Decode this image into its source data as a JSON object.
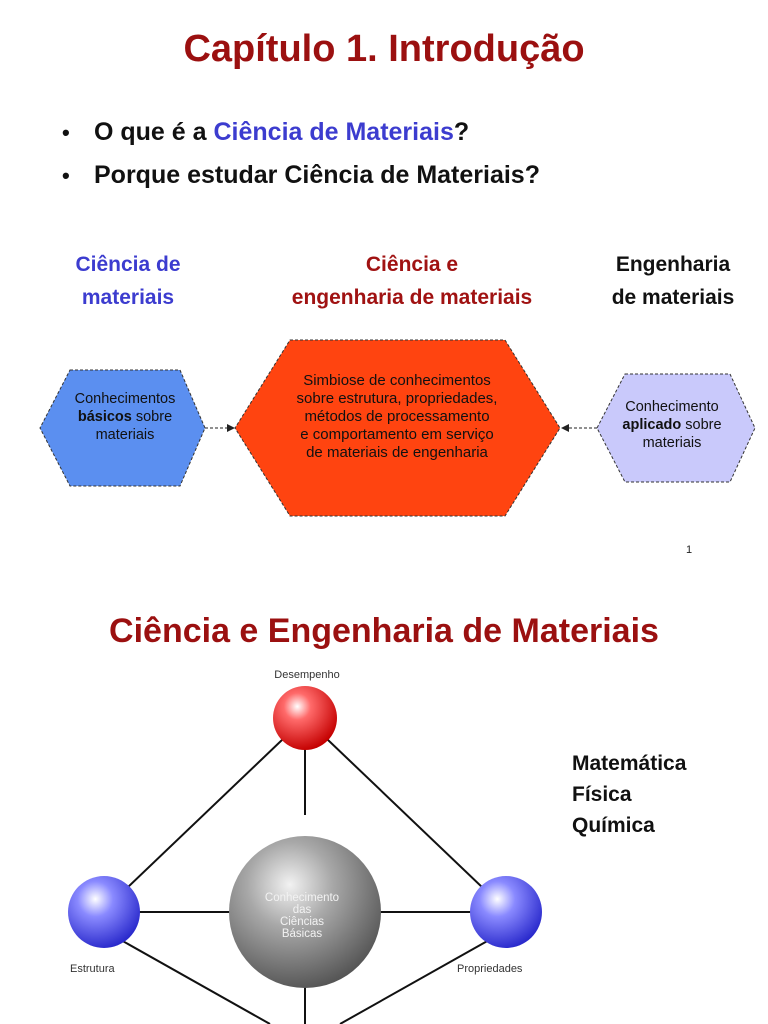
{
  "slide1": {
    "title": "Capítulo 1. Introdução",
    "bullet1_prefix": "O que é a ",
    "bullet1_highlight": "Ciência de Materiais",
    "bullet1_suffix": "?",
    "bullet2": "Porque estudar Ciência de Materiais?",
    "bullet_symbol": "•",
    "columns": {
      "left_line1": "Ciência de",
      "left_line2": "materiais",
      "mid_line1": "Ciência e",
      "mid_line2": "engenharia de materiais",
      "right_line1": "Engenharia",
      "right_line2": "de materiais"
    },
    "hexagons": {
      "left": {
        "line1": "Conhecimentos",
        "bold": "básicos",
        "rest": " sobre",
        "line3": "materiais"
      },
      "mid": [
        "Simbiose de conhecimentos",
        "sobre estrutura, propriedades,",
        "métodos de processamento",
        "e comportamento em serviço",
        "de materiais de engenharia"
      ],
      "right": {
        "line1": "Conhecimento",
        "bold": "aplicado",
        "rest": " sobre",
        "line3": "materiais"
      }
    },
    "page_number": "1"
  },
  "slide2": {
    "title": "Ciência e Engenharia de Materiais",
    "nodes": {
      "top": "Desempenho",
      "left": "Estrutura",
      "right": "Propriedades",
      "center": [
        "Conhecimento",
        "das",
        "Ciências",
        "Básicas"
      ]
    },
    "sciences": [
      "Matemática",
      "Física",
      "Química"
    ]
  },
  "colors": {
    "title_red": "#9b1010",
    "blue_text": "#3c3ccf",
    "hex_left_fill": "#5b8ff0",
    "hex_mid_fill": "#ff4410",
    "hex_right_fill": "#c9c9fb"
  }
}
